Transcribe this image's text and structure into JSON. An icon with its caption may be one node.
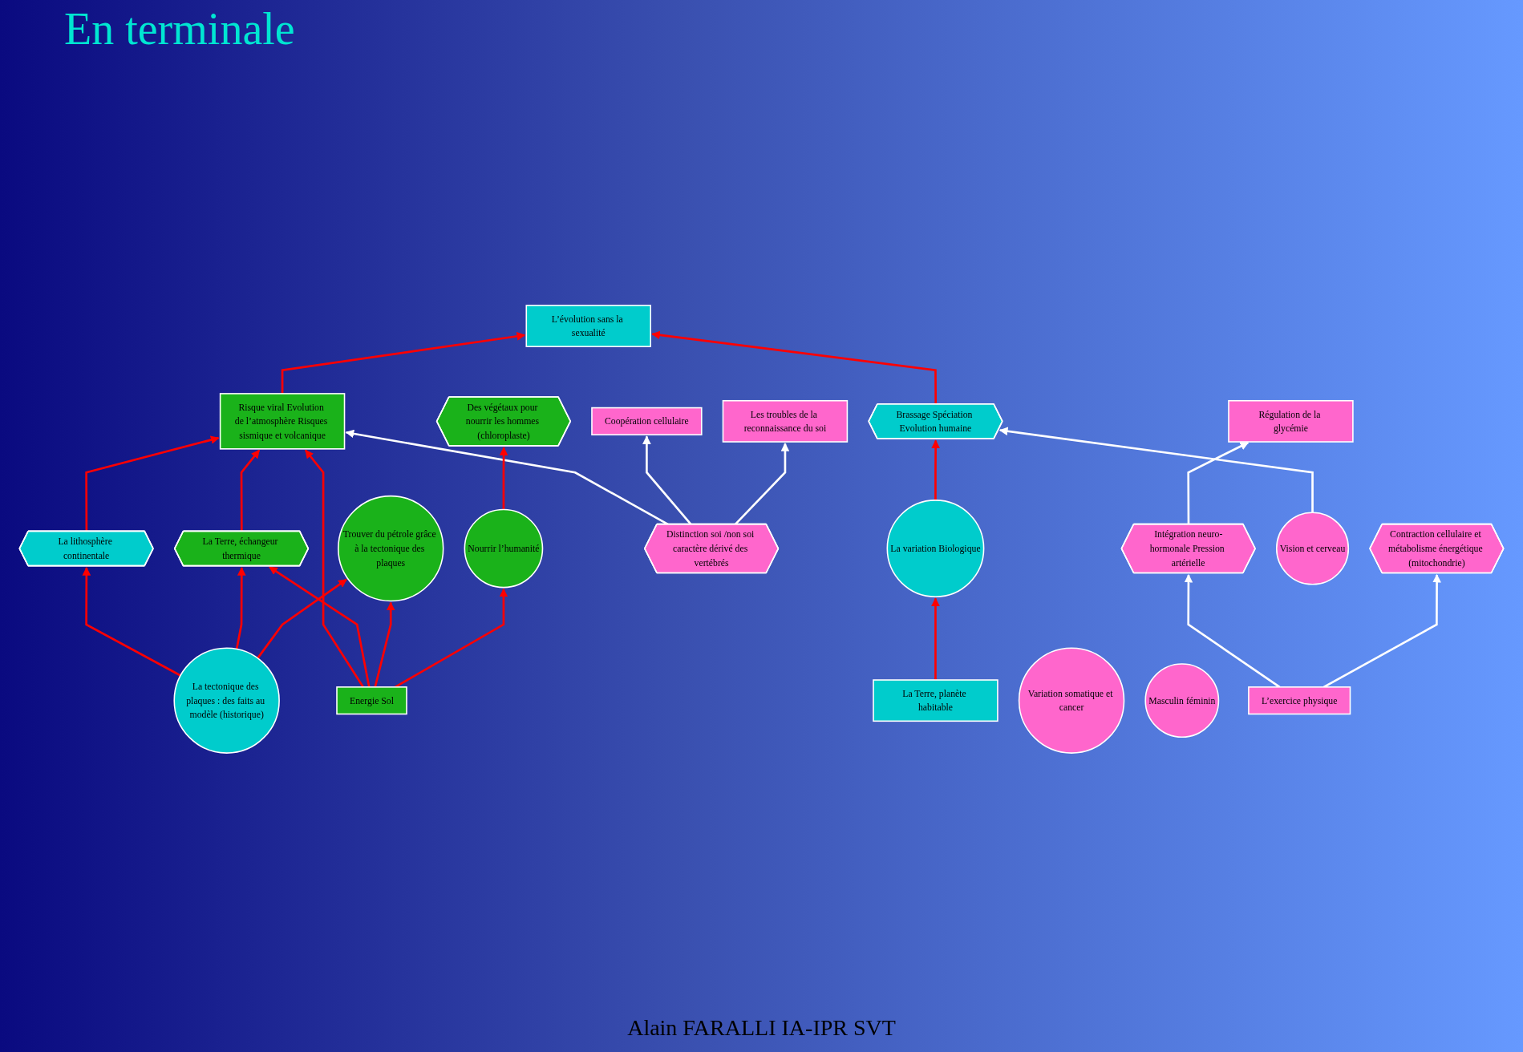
{
  "diagram": {
    "title": "En terminale",
    "nodes": [
      {
        "text": [
          "L’évolution sans la sexualité"
        ]
      },
      {
        "text": [
          "Risque viral Evolution de l’atmosphère Risques sismique et volcanique"
        ]
      },
      {
        "text": [
          "Coopération cellulaire"
        ]
      },
      {
        "text": [
          "Les troubles de la reconnaissance du soi"
        ]
      },
      {
        "text": [
          "Régulation de la glycémie"
        ]
      },
      {
        "text": [
          "Brassage Spéciation Evolution humaine"
        ]
      },
      {
        "text": [
          "La lithosphère continentale"
        ]
      },
      {
        "text": [
          "La Terre, échangeur thermique"
        ]
      },
      {
        "text": [
          "Des végétaux pour nourrir les hommes (chloroplaste)"
        ]
      },
      {
        "text": [
          "Distinction soi /non soi caractère dérivé des vertébrés"
        ]
      },
      {
        "text": [
          "Intégration neuro-hormonale Pression artérielle"
        ]
      },
      {
        "text": [
          "Contraction cellulaire et métabolisme énergétique (mitochondrie)"
        ]
      },
      {
        "text": [
          "La variation Biologique"
        ]
      },
      {
        "text": [
          "La tectonique des plaques : des faits au modèle (historique)"
        ]
      },
      {
        "text": [
          "Trouver du pétrole grâce à la tectonique des plaques"
        ]
      },
      {
        "text": [
          "Nourrir l’humanité"
        ]
      },
      {
        "text": [
          "Vision et cerveau"
        ]
      },
      {
        "text": [
          "Variation somatique et cancer"
        ]
      },
      {
        "text": [
          "Masculin féminin"
        ]
      },
      {
        "text": [
          "La Terre, planète habitable"
        ]
      },
      {
        "text": [
          "Energie Sol"
        ]
      },
      {
        "text": [
          "L’exercice physique"
        ]
      }
    ],
    "edges": [
      {
        "from": 1,
        "to": 0,
        "arrow": "to"
      },
      {
        "from": 5,
        "to": 0,
        "arrow": "to"
      },
      {
        "from": 6,
        "to": 1,
        "arrow": "to"
      },
      {
        "from": 7,
        "to": 1,
        "arrow": "to"
      },
      {
        "from": 20,
        "to": 1,
        "arrow": "to"
      },
      {
        "from": 9,
        "to": 1,
        "arrow": "to",
        "color": "#ffffff"
      },
      {
        "from": 9,
        "to": 2,
        "arrow": "to",
        "color": "#ffffff"
      },
      {
        "from": 9,
        "to": 3,
        "arrow": "to",
        "color": "#ffffff"
      },
      {
        "from": 10,
        "to": 4,
        "arrow": "to",
        "color": "#ffffff"
      },
      {
        "from": 12,
        "to": 5,
        "arrow": "to"
      },
      {
        "from": 16,
        "to": 5,
        "arrow": "to",
        "color": "#ffffff"
      },
      {
        "from": 13,
        "to": 6,
        "arrow": "to"
      },
      {
        "from": 13,
        "to": 7,
        "arrow": "to"
      },
      {
        "from": 20,
        "to": 7,
        "arrow": "to"
      },
      {
        "from": 15,
        "to": 8,
        "arrow": "to"
      },
      {
        "from": 21,
        "to": 10,
        "arrow": "to",
        "color": "#ffffff"
      },
      {
        "from": 21,
        "to": 11,
        "arrow": "to",
        "color": "#ffffff"
      },
      {
        "from": 19,
        "to": 12,
        "arrow": "to"
      },
      {
        "from": 13,
        "to": 14,
        "arrow": "to"
      },
      {
        "from": 20,
        "to": 14,
        "arrow": "to"
      },
      {
        "from": 20,
        "to": 15,
        "arrow": "to"
      }
    ],
    "labels": [
      "Alain FARALLI IA-IPR SVT"
    ]
  }
}
